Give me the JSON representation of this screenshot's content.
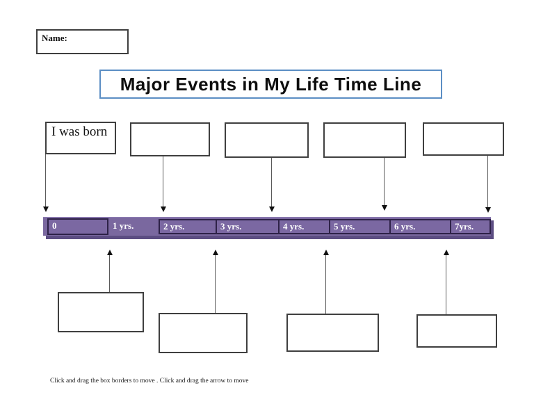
{
  "document": {
    "name_label": "Name:",
    "title": "Major Events in My Life Time Line",
    "footer_note": "Click and drag the box borders to move . Click and drag the arrow to move"
  },
  "top_boxes": [
    {
      "label": "I was born"
    },
    {
      "label": ""
    },
    {
      "label": ""
    },
    {
      "label": ""
    },
    {
      "label": ""
    }
  ],
  "bottom_boxes": [
    {
      "label": ""
    },
    {
      "label": ""
    },
    {
      "label": ""
    },
    {
      "label": ""
    }
  ],
  "timeline": {
    "labels": [
      "0",
      "1 yrs.",
      "2 yrs.",
      "3 yrs.",
      "4 yrs.",
      "5 yrs.",
      "6 yrs.",
      "7yrs."
    ]
  },
  "colors": {
    "timeline_fill": "#7a689f",
    "timeline_cell_fill": "#7b68a2",
    "timeline_cell_border": "#2e2248",
    "timeline_shadow": "#5c4d82",
    "timeline_text": "#ffffff",
    "title_border": "#5b8ec4",
    "event_box_border": "#3f3f3f",
    "arrow_line": "#5a5a5a",
    "arrow_head": "#101010"
  }
}
